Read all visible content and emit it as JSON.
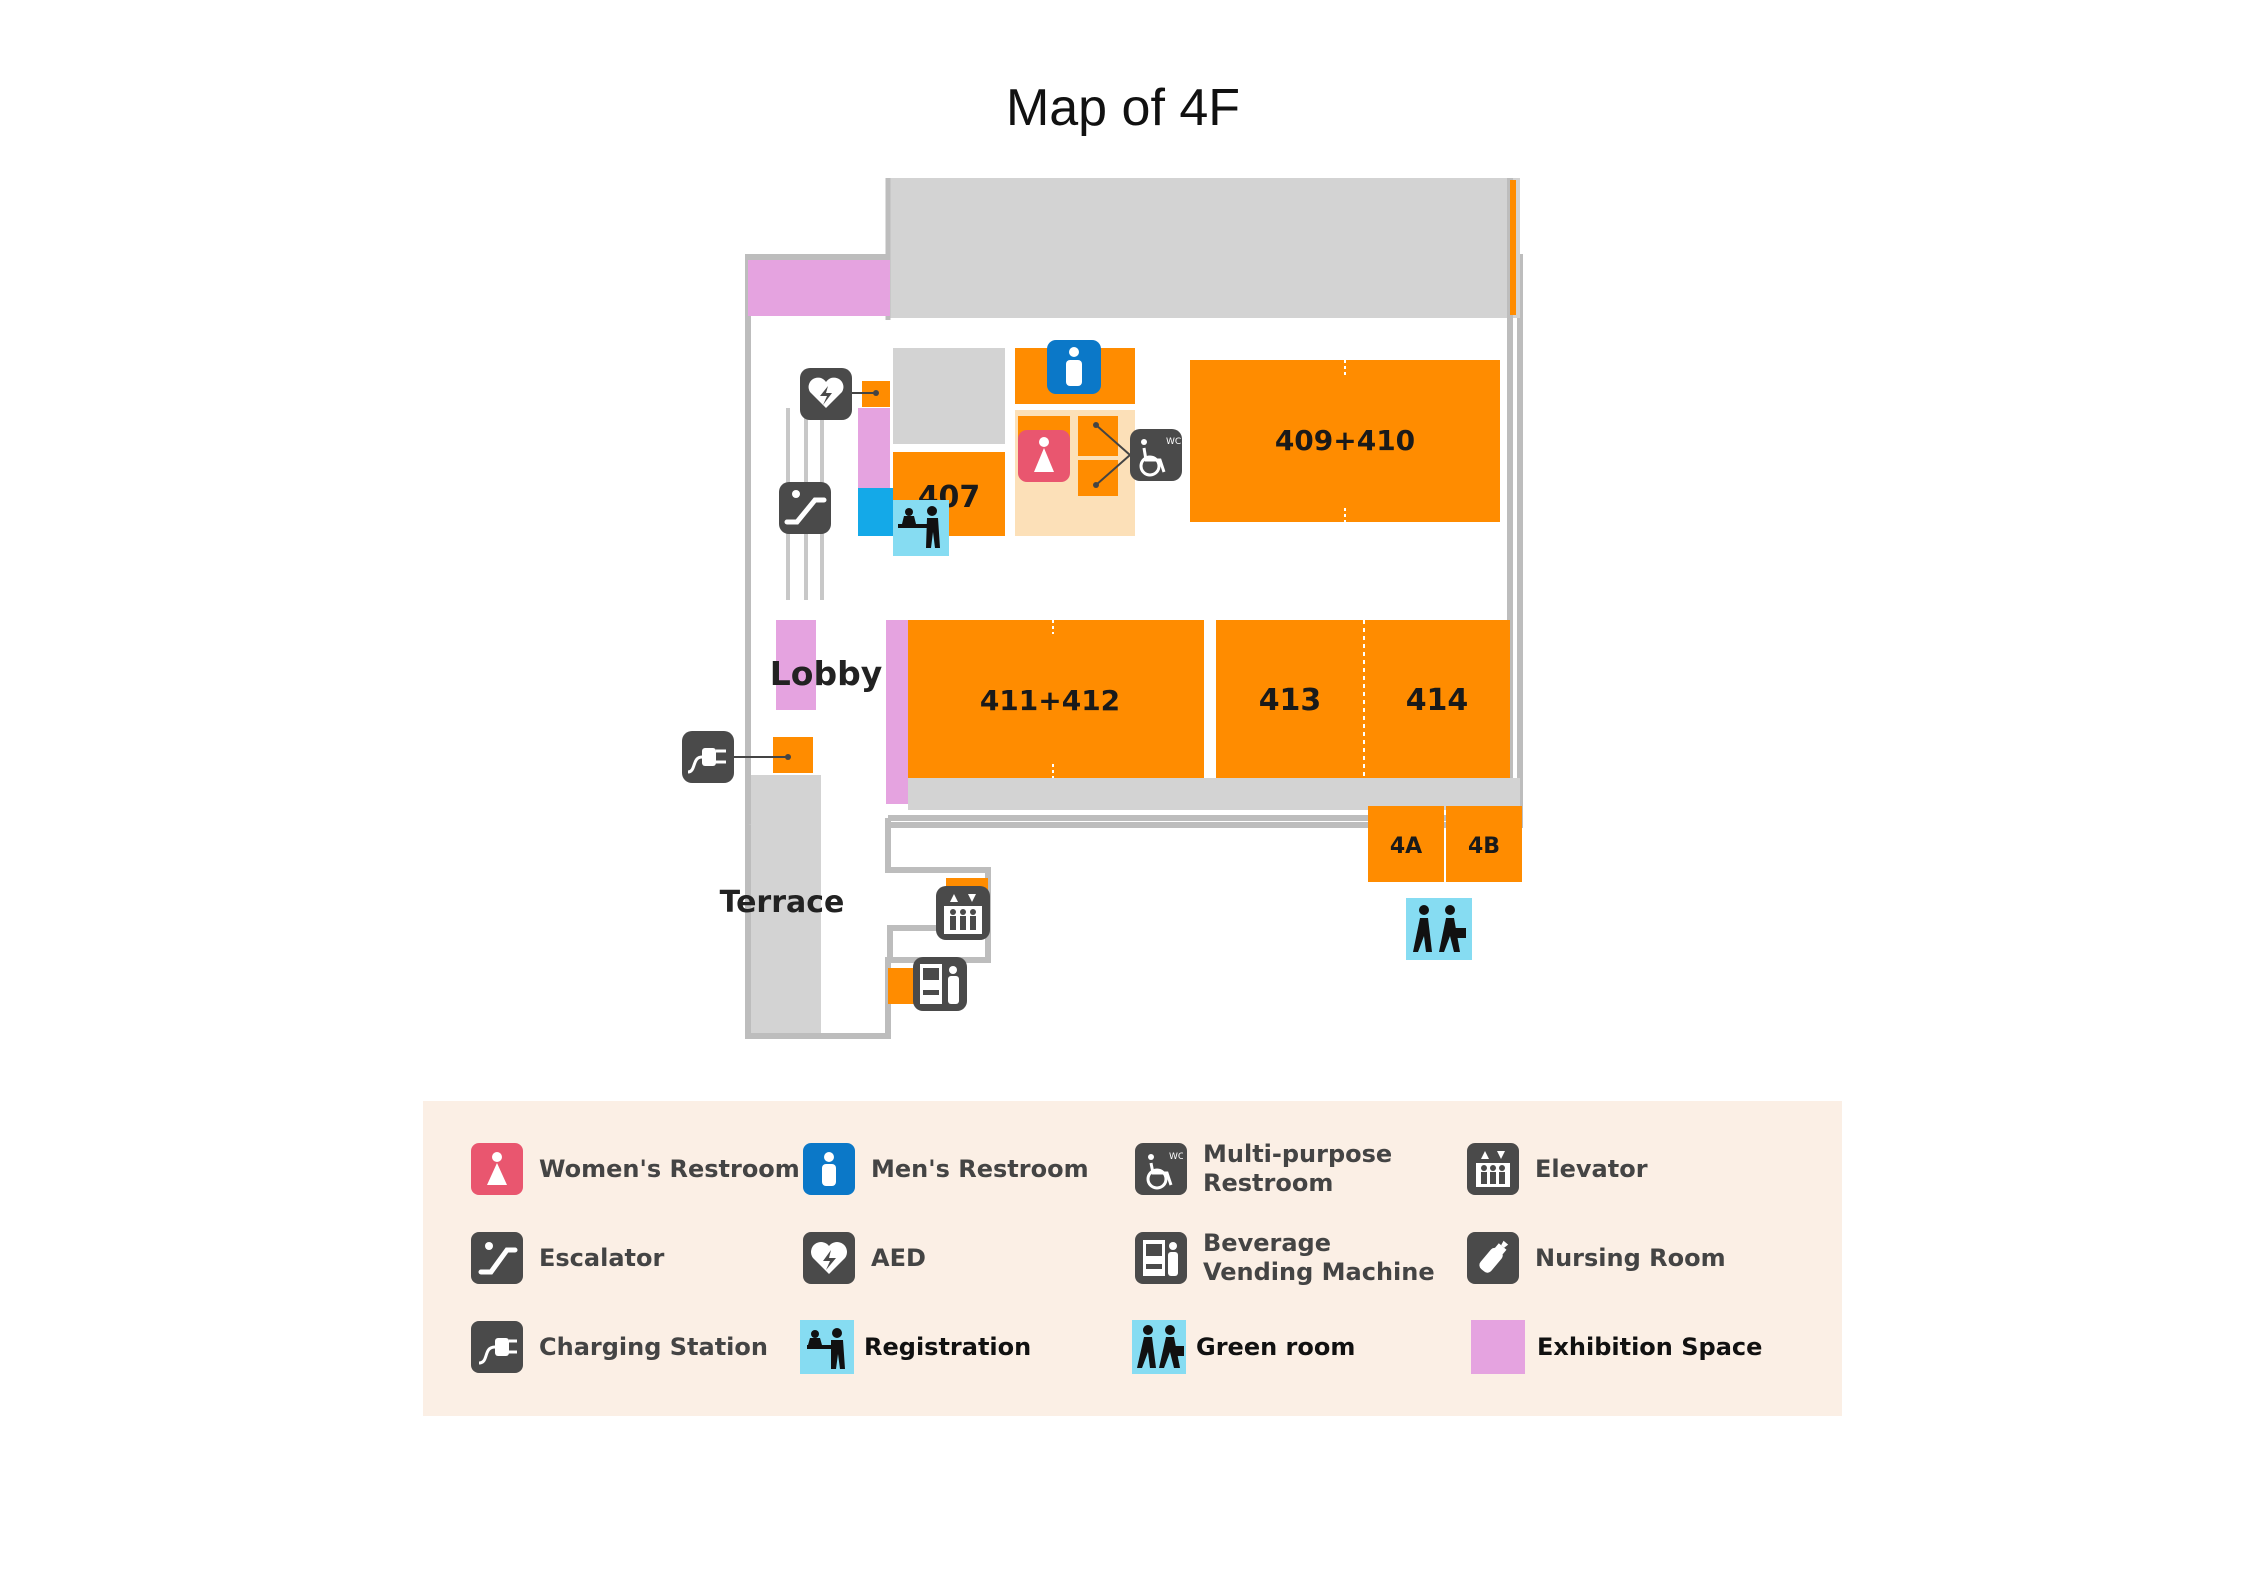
{
  "title": "Map of 4F",
  "rooms": {
    "r407": "407",
    "r409_410": "409+410",
    "r411_412": "411+412",
    "r413": "413",
    "r414": "414",
    "r4a": "4A",
    "r4b": "4B"
  },
  "areas": {
    "lobby": "Lobby",
    "terrace": "Terrace"
  },
  "colors": {
    "room": "#ff8c00",
    "exhibition": "#e5a3e0",
    "registration": "#86dcf2",
    "icon_dark": "#4a4a4a",
    "womens": "#e9566f",
    "mens": "#0b78c8",
    "legend_bg": "#fbefe5"
  },
  "legend": [
    {
      "icon": "womens-restroom-icon",
      "label": "Women's Restroom"
    },
    {
      "icon": "mens-restroom-icon",
      "label": "Men's Restroom"
    },
    {
      "icon": "multipurpose-restroom-icon",
      "label": "Multi-purpose\nRestroom"
    },
    {
      "icon": "elevator-icon",
      "label": "Elevator"
    },
    {
      "icon": "escalator-icon",
      "label": "Escalator"
    },
    {
      "icon": "aed-icon",
      "label": "AED"
    },
    {
      "icon": "vending-machine-icon",
      "label": "Beverage\nVending Machine"
    },
    {
      "icon": "nursing-room-icon",
      "label": "Nursing Room"
    },
    {
      "icon": "charging-station-icon",
      "label": "Charging Station"
    },
    {
      "icon": "registration-icon",
      "label": "Registration"
    },
    {
      "icon": "green-room-icon",
      "label": "Green room"
    },
    {
      "icon": "exhibition-space-swatch",
      "label": "Exhibition Space"
    }
  ]
}
